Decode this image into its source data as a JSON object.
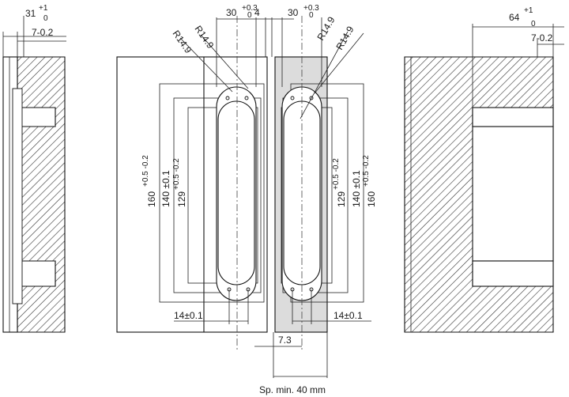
{
  "diagram": {
    "left_section": {
      "dim_top": "31",
      "tol_upper": "+1",
      "tol_lower": "0",
      "dim_second": "7-0.2"
    },
    "right_section": {
      "dim_top": "64",
      "tol_upper": "+1",
      "tol_lower": "0",
      "dim_second": "7-0.2"
    },
    "front_view": {
      "top_30": "30",
      "top_30_tol_upper": "+0.3",
      "top_30_tol_lower": "0",
      "top_4": "4",
      "radius_a": "R14.9",
      "radius_b": "R14.9",
      "dim_160": "160",
      "dim_160_tol": "+0.5 -0.2",
      "dim_140": "140 ±0.1",
      "dim_129": "129",
      "dim_129_tol": "+0.5 -0.2",
      "dim_14": "14±0.1"
    },
    "side_view": {
      "top_30": "30",
      "top_30_tol_upper": "+0.3",
      "top_30_tol_lower": "0",
      "radius_a": "R14.9",
      "radius_b": "R14.9",
      "dim_129": "129",
      "dim_129_tol": "+0.5 -0.2",
      "dim_140": "140 ±0.1",
      "dim_160": "160",
      "dim_160_tol": "+0.5 -0.2",
      "dim_14": "14±0.1",
      "dim_7_3": "7.3",
      "caption": "Sp. min. 40 mm"
    },
    "colors": {
      "line": "#111111",
      "fill_panel": "#dcdcdc",
      "hatch": "#333333"
    }
  }
}
